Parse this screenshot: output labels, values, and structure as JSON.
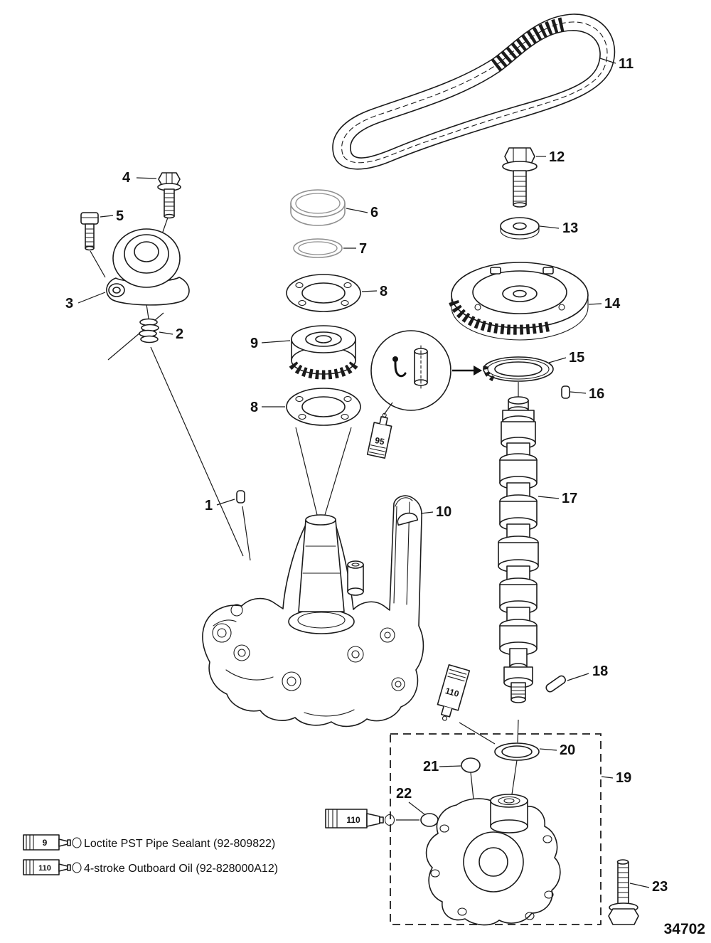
{
  "diagram": {
    "number": "34702",
    "callouts": {
      "1": "1",
      "2": "2",
      "3": "3",
      "4": "4",
      "5": "5",
      "6": "6",
      "7": "7",
      "8": "8",
      "9": "9",
      "10": "10",
      "11": "11",
      "12": "12",
      "13": "13",
      "14": "14",
      "15": "15",
      "16": "16",
      "17": "17",
      "18": "18",
      "19": "19",
      "20": "20",
      "21": "21",
      "22": "22",
      "23": "23"
    },
    "tube_labels": {
      "sealant_95": "95",
      "oil_110": "110"
    },
    "legend": [
      {
        "icon": "9",
        "text": "Loctite PST Pipe Sealant (92-809822)"
      },
      {
        "icon": "110",
        "text": "4-stroke Outboard Oil (92-828000A12)"
      }
    ]
  }
}
